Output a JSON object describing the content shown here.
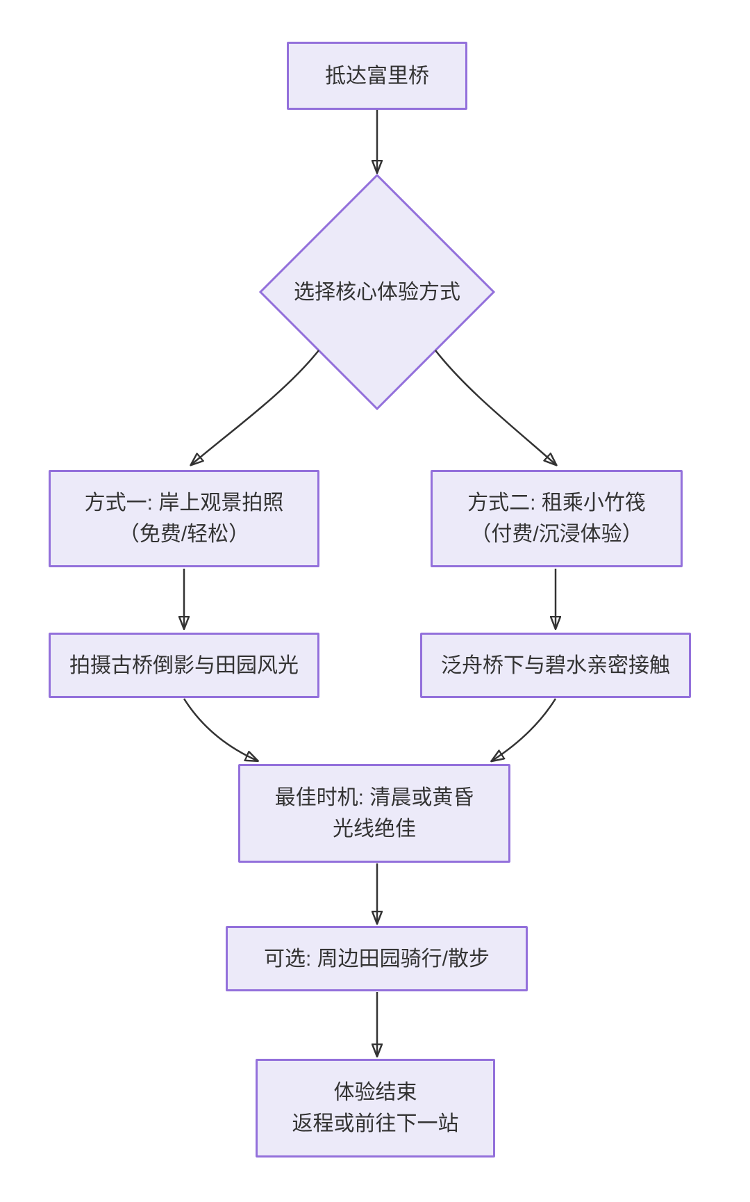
{
  "diagram": {
    "type": "flowchart",
    "direction": "top-down",
    "background_color": "#ffffff",
    "node_fill_color": "#ECEAF9",
    "node_border_color": "#9370DB",
    "edge_color": "#333333",
    "text_color": "#333333"
  },
  "nodes": {
    "start": {
      "shape": "rect",
      "label": "抵达富里桥"
    },
    "decision": {
      "shape": "diamond",
      "label": "选择核心体验方式"
    },
    "option1": {
      "shape": "rect",
      "line1": "方式一: 岸上观景拍照",
      "line2": "（免费/轻松）"
    },
    "option2": {
      "shape": "rect",
      "line1": "方式二: 租乘小竹筏",
      "line2": "（付费/沉浸体验）"
    },
    "action1": {
      "shape": "rect",
      "label": "拍摄古桥倒影与田园风光"
    },
    "action2": {
      "shape": "rect",
      "label": "泛舟桥下与碧水亲密接触"
    },
    "timing": {
      "shape": "rect",
      "line1": "最佳时机: 清晨或黄昏",
      "line2": "光线绝佳"
    },
    "optional": {
      "shape": "rect",
      "label": "可选: 周边田园骑行/散步"
    },
    "end": {
      "shape": "rect",
      "line1": "体验结束",
      "line2": "返程或前往下一站"
    }
  },
  "edges": [
    {
      "from": "start",
      "to": "decision"
    },
    {
      "from": "decision",
      "to": "option1"
    },
    {
      "from": "decision",
      "to": "option2"
    },
    {
      "from": "option1",
      "to": "action1"
    },
    {
      "from": "option2",
      "to": "action2"
    },
    {
      "from": "action1",
      "to": "timing"
    },
    {
      "from": "action2",
      "to": "timing"
    },
    {
      "from": "timing",
      "to": "optional"
    },
    {
      "from": "optional",
      "to": "end"
    }
  ]
}
